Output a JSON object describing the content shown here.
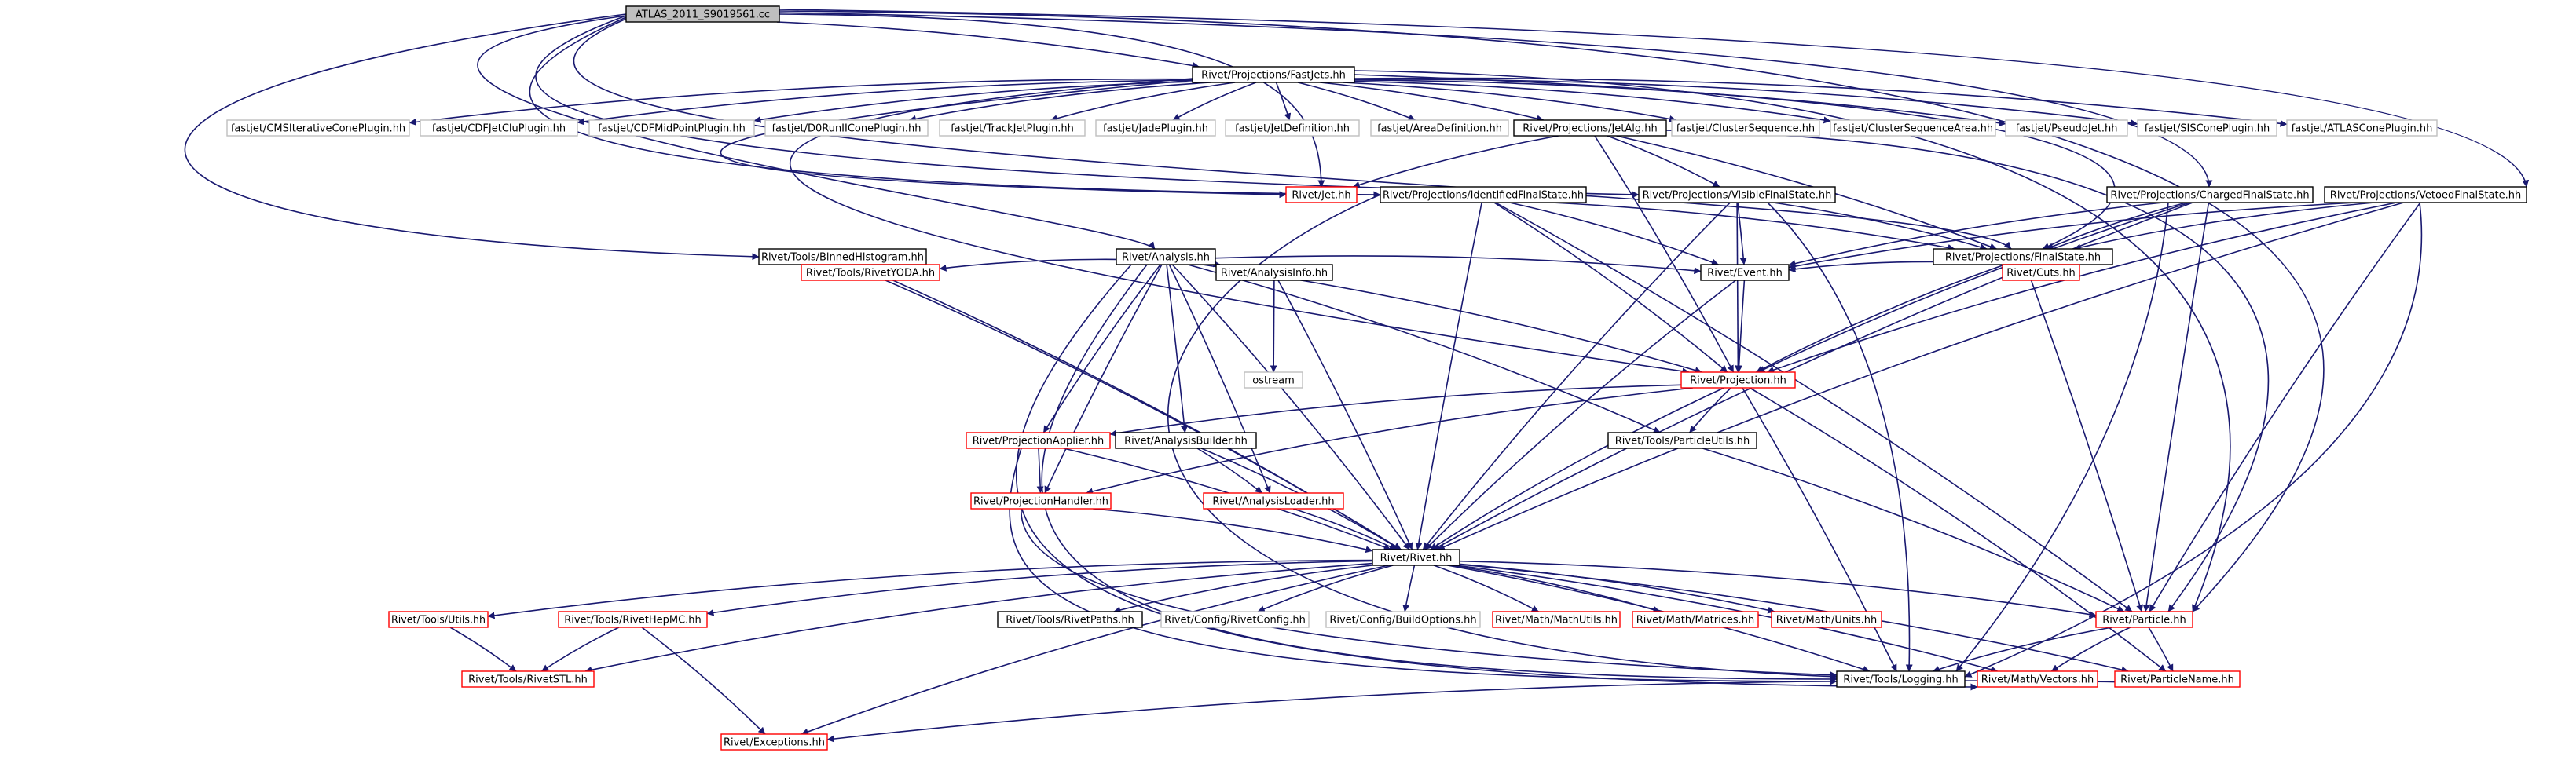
{
  "colors": {
    "edge": "#191970",
    "link_border": "#000000",
    "missing_border": "#ff0000",
    "plain_border": "#bfbfbf",
    "root_fill": "#bfbfbf",
    "text": "#000000",
    "missing_text": "#ff0000"
  },
  "nodes": {
    "root": {
      "label": "ATLAS_2011_S9019561.cc",
      "style": "root"
    },
    "fastjets": {
      "label": "Rivet/Projections/FastJets.hh",
      "style": "link"
    },
    "cmsit": {
      "label": "fastjet/CMSIterativeConePlugin.hh",
      "style": "plain"
    },
    "cdfjetclu": {
      "label": "fastjet/CDFJetCluPlugin.hh",
      "style": "plain"
    },
    "cdfmidpoint": {
      "label": "fastjet/CDFMidPointPlugin.hh",
      "style": "plain"
    },
    "d0run2": {
      "label": "fastjet/D0RunIIConePlugin.hh",
      "style": "plain"
    },
    "trackjet": {
      "label": "fastjet/TrackJetPlugin.hh",
      "style": "plain"
    },
    "jade": {
      "label": "fastjet/JadePlugin.hh",
      "style": "plain"
    },
    "jetdef": {
      "label": "fastjet/JetDefinition.hh",
      "style": "plain"
    },
    "areadef": {
      "label": "fastjet/AreaDefinition.hh",
      "style": "plain"
    },
    "jetalg": {
      "label": "Rivet/Projections/JetAlg.hh",
      "style": "link"
    },
    "clusterseq": {
      "label": "fastjet/ClusterSequence.hh",
      "style": "plain"
    },
    "clusterseqarea": {
      "label": "fastjet/ClusterSequenceArea.hh",
      "style": "plain"
    },
    "pseudojet": {
      "label": "fastjet/PseudoJet.hh",
      "style": "plain"
    },
    "siscone": {
      "label": "fastjet/SISConePlugin.hh",
      "style": "plain"
    },
    "atlascone": {
      "label": "fastjet/ATLASConePlugin.hh",
      "style": "plain"
    },
    "jet": {
      "label": "Rivet/Jet.hh",
      "style": "missing"
    },
    "identfs": {
      "label": "Rivet/Projections/IdentifiedFinalState.hh",
      "style": "link"
    },
    "visiblefs": {
      "label": "Rivet/Projections/VisibleFinalState.hh",
      "style": "link"
    },
    "chargedfs": {
      "label": "Rivet/Projections/ChargedFinalState.hh",
      "style": "link"
    },
    "vetoedfs": {
      "label": "Rivet/Projections/VetoedFinalState.hh",
      "style": "link"
    },
    "binnedhist": {
      "label": "Rivet/Tools/BinnedHistogram.hh",
      "style": "link"
    },
    "analysis": {
      "label": "Rivet/Analysis.hh",
      "style": "link"
    },
    "finalstate": {
      "label": "Rivet/Projections/FinalState.hh",
      "style": "link"
    },
    "rivetyoda": {
      "label": "Rivet/Tools/RivetYODA.hh",
      "style": "missing"
    },
    "analysisinfo": {
      "label": "Rivet/AnalysisInfo.hh",
      "style": "link"
    },
    "event": {
      "label": "Rivet/Event.hh",
      "style": "link"
    },
    "cuts": {
      "label": "Rivet/Cuts.hh",
      "style": "missing"
    },
    "ostream": {
      "label": "ostream",
      "style": "plain"
    },
    "projection": {
      "label": "Rivet/Projection.hh",
      "style": "missing"
    },
    "projapplier": {
      "label": "Rivet/ProjectionApplier.hh",
      "style": "missing"
    },
    "analysisbuilder": {
      "label": "Rivet/AnalysisBuilder.hh",
      "style": "link"
    },
    "particleutils": {
      "label": "Rivet/Tools/ParticleUtils.hh",
      "style": "link"
    },
    "projhandler": {
      "label": "Rivet/ProjectionHandler.hh",
      "style": "missing"
    },
    "analysisloader": {
      "label": "Rivet/AnalysisLoader.hh",
      "style": "missing"
    },
    "rivet": {
      "label": "Rivet/Rivet.hh",
      "style": "link"
    },
    "utils": {
      "label": "Rivet/Tools/Utils.hh",
      "style": "missing"
    },
    "rivethepmc": {
      "label": "Rivet/Tools/RivetHepMC.hh",
      "style": "missing"
    },
    "rivetpaths": {
      "label": "Rivet/Tools/RivetPaths.hh",
      "style": "link"
    },
    "rivetconfig": {
      "label": "Rivet/Config/RivetConfig.hh",
      "style": "plain"
    },
    "buildoptions": {
      "label": "Rivet/Config/BuildOptions.hh",
      "style": "plain"
    },
    "mathutils": {
      "label": "Rivet/Math/MathUtils.hh",
      "style": "missing"
    },
    "matrices": {
      "label": "Rivet/Math/Matrices.hh",
      "style": "missing"
    },
    "units": {
      "label": "Rivet/Math/Units.hh",
      "style": "missing"
    },
    "particle": {
      "label": "Rivet/Particle.hh",
      "style": "missing"
    },
    "rivetstl": {
      "label": "Rivet/Tools/RivetSTL.hh",
      "style": "missing"
    },
    "logging": {
      "label": "Rivet/Tools/Logging.hh",
      "style": "link"
    },
    "vectors": {
      "label": "Rivet/Math/Vectors.hh",
      "style": "missing"
    },
    "particlename": {
      "label": "Rivet/ParticleName.hh",
      "style": "missing"
    },
    "exceptions": {
      "label": "Rivet/Exceptions.hh",
      "style": "missing"
    }
  },
  "edges": [
    [
      "root",
      "fastjets"
    ],
    [
      "root",
      "analysis"
    ],
    [
      "root",
      "binnedhist"
    ],
    [
      "root",
      "chargedfs"
    ],
    [
      "root",
      "vetoedfs"
    ],
    [
      "root",
      "visiblefs"
    ],
    [
      "root",
      "identfs"
    ],
    [
      "root",
      "finalstate"
    ],
    [
      "root",
      "particle"
    ],
    [
      "root",
      "jet"
    ],
    [
      "fastjets",
      "cmsit"
    ],
    [
      "fastjets",
      "cdfjetclu"
    ],
    [
      "fastjets",
      "cdfmidpoint"
    ],
    [
      "fastjets",
      "d0run2"
    ],
    [
      "fastjets",
      "trackjet"
    ],
    [
      "fastjets",
      "jade"
    ],
    [
      "fastjets",
      "jetdef"
    ],
    [
      "fastjets",
      "areadef"
    ],
    [
      "fastjets",
      "jetalg"
    ],
    [
      "fastjets",
      "clusterseq"
    ],
    [
      "fastjets",
      "clusterseqarea"
    ],
    [
      "fastjets",
      "pseudojet"
    ],
    [
      "fastjets",
      "siscone"
    ],
    [
      "fastjets",
      "atlascone"
    ],
    [
      "fastjets",
      "finalstate"
    ],
    [
      "fastjets",
      "jet"
    ],
    [
      "fastjets",
      "projection"
    ],
    [
      "fastjets",
      "particle"
    ],
    [
      "jetalg",
      "jet"
    ],
    [
      "jetalg",
      "visiblefs"
    ],
    [
      "jetalg",
      "finalstate"
    ],
    [
      "jetalg",
      "projection"
    ],
    [
      "jetalg",
      "particle"
    ],
    [
      "identfs",
      "finalstate"
    ],
    [
      "identfs",
      "event"
    ],
    [
      "identfs",
      "projection"
    ],
    [
      "identfs",
      "rivet"
    ],
    [
      "identfs",
      "particle"
    ],
    [
      "identfs",
      "logging"
    ],
    [
      "visiblefs",
      "finalstate"
    ],
    [
      "visiblefs",
      "event"
    ],
    [
      "visiblefs",
      "projection"
    ],
    [
      "visiblefs",
      "rivet"
    ],
    [
      "visiblefs",
      "logging"
    ],
    [
      "chargedfs",
      "finalstate"
    ],
    [
      "chargedfs",
      "event"
    ],
    [
      "chargedfs",
      "projection"
    ],
    [
      "chargedfs",
      "rivet"
    ],
    [
      "chargedfs",
      "particle"
    ],
    [
      "chargedfs",
      "logging"
    ],
    [
      "vetoedfs",
      "finalstate"
    ],
    [
      "vetoedfs",
      "event"
    ],
    [
      "vetoedfs",
      "projection"
    ],
    [
      "vetoedfs",
      "rivet"
    ],
    [
      "vetoedfs",
      "particle"
    ],
    [
      "vetoedfs",
      "logging"
    ],
    [
      "binnedhist",
      "rivetyoda"
    ],
    [
      "binnedhist",
      "rivet"
    ],
    [
      "analysis",
      "rivetyoda"
    ],
    [
      "analysis",
      "analysisinfo"
    ],
    [
      "analysis",
      "event"
    ],
    [
      "analysis",
      "projection"
    ],
    [
      "analysis",
      "projapplier"
    ],
    [
      "analysis",
      "analysisbuilder"
    ],
    [
      "analysis",
      "projhandler"
    ],
    [
      "analysis",
      "analysisloader"
    ],
    [
      "analysis",
      "rivet"
    ],
    [
      "analysis",
      "particleutils"
    ],
    [
      "analysis",
      "logging"
    ],
    [
      "analysis",
      "vectors"
    ],
    [
      "finalstate",
      "event"
    ],
    [
      "finalstate",
      "projection"
    ],
    [
      "finalstate",
      "cuts"
    ],
    [
      "finalstate",
      "particle"
    ],
    [
      "rivetyoda",
      "rivet"
    ],
    [
      "analysisinfo",
      "ostream"
    ],
    [
      "analysisinfo",
      "rivet"
    ],
    [
      "event",
      "projection"
    ],
    [
      "event",
      "rivet"
    ],
    [
      "projection",
      "projapplier"
    ],
    [
      "projection",
      "projhandler"
    ],
    [
      "projection",
      "particleutils"
    ],
    [
      "projection",
      "rivet"
    ],
    [
      "projection",
      "logging"
    ],
    [
      "projection",
      "particlename"
    ],
    [
      "projapplier",
      "projhandler"
    ],
    [
      "projapplier",
      "rivet"
    ],
    [
      "projapplier",
      "logging"
    ],
    [
      "analysisbuilder",
      "analysisloader"
    ],
    [
      "analysisbuilder",
      "rivet"
    ],
    [
      "particleutils",
      "particle"
    ],
    [
      "projhandler",
      "rivet"
    ],
    [
      "projhandler",
      "logging"
    ],
    [
      "analysisloader",
      "rivet"
    ],
    [
      "rivet",
      "utils"
    ],
    [
      "rivet",
      "rivethepmc"
    ],
    [
      "rivet",
      "rivetpaths"
    ],
    [
      "rivet",
      "rivetconfig"
    ],
    [
      "rivet",
      "buildoptions"
    ],
    [
      "rivet",
      "mathutils"
    ],
    [
      "rivet",
      "matrices"
    ],
    [
      "rivet",
      "units"
    ],
    [
      "rivet",
      "particle"
    ],
    [
      "rivet",
      "rivetstl"
    ],
    [
      "rivet",
      "logging"
    ],
    [
      "rivet",
      "vectors"
    ],
    [
      "rivet",
      "particlename"
    ],
    [
      "rivet",
      "exceptions"
    ],
    [
      "utils",
      "rivetstl"
    ],
    [
      "rivethepmc",
      "rivetstl"
    ],
    [
      "rivethepmc",
      "exceptions"
    ],
    [
      "particle",
      "logging"
    ],
    [
      "particle",
      "vectors"
    ],
    [
      "particle",
      "particlename"
    ],
    [
      "particlename",
      "exceptions"
    ]
  ]
}
